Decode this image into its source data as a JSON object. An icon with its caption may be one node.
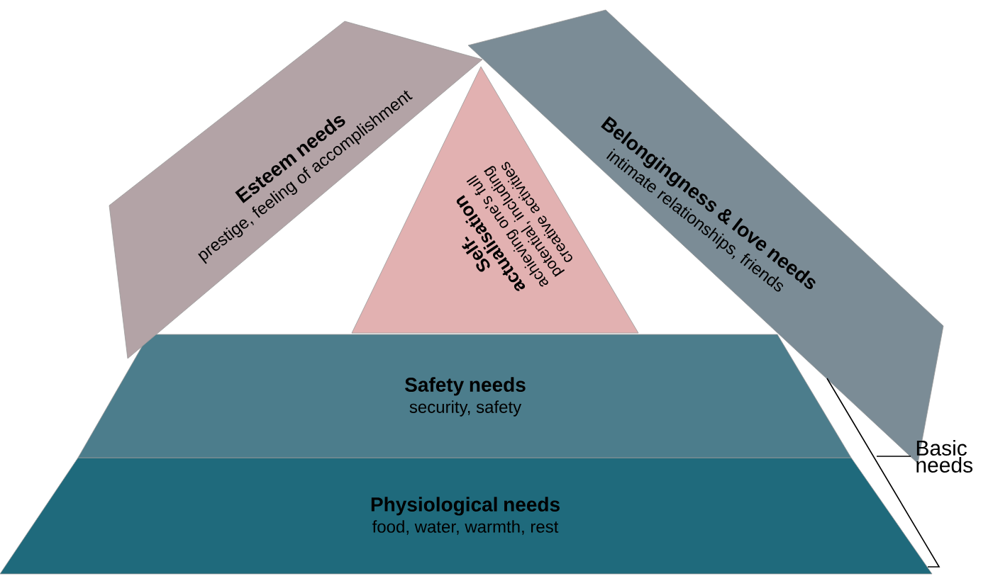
{
  "diagram": {
    "nodes": [
      {
        "text": [
          "Physiological needs",
          "food, water, warmth, rest"
        ]
      },
      {
        "text": [
          "Safety needs",
          "security, safety"
        ]
      },
      {
        "text": [
          "Self-actualisation",
          "achieving one's full potential, including creative activities"
        ]
      },
      {
        "text": [
          "Esteem needs",
          "prestige, feeling of accomplishment"
        ]
      },
      {
        "text": [
          "Belongingness & love needs",
          "intimate relationships, friends"
        ]
      }
    ],
    "labels": [
      "Basic needs"
    ]
  }
}
